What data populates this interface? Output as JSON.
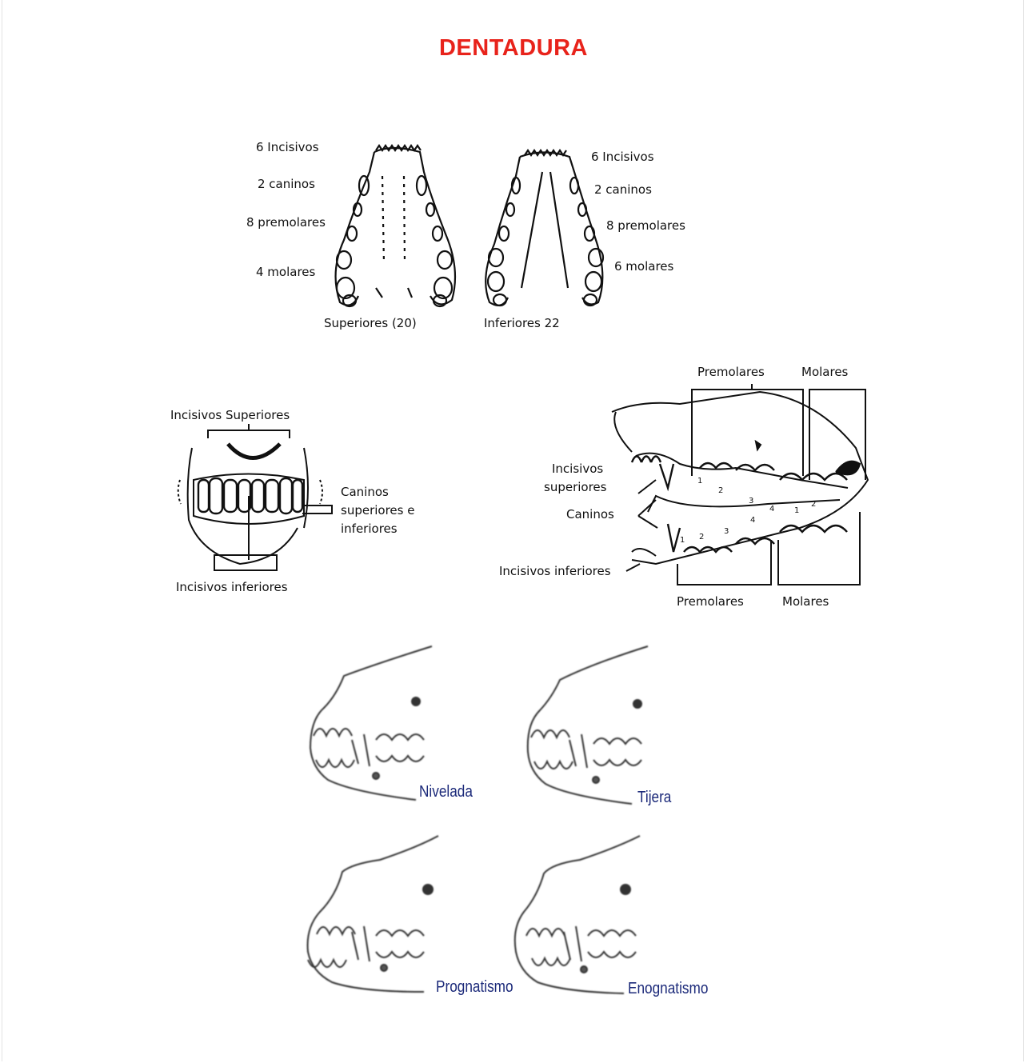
{
  "document": {
    "title": "DENTADURA",
    "title_color": "#e8231b"
  },
  "figure_upper_lower": {
    "upper_labels": [
      "6 Incisivos",
      "2 caninos",
      "8 premolares",
      "4 molares"
    ],
    "lower_labels": [
      "6 Incisivos",
      "2 caninos",
      "8 premolares",
      "6 molares"
    ],
    "upper_caption": "Superiores (20)",
    "lower_caption": "Inferiores 22"
  },
  "figure_front": {
    "top_label": "Incisivos Superiores",
    "side_label_lines": [
      "Caninos",
      "superiores e",
      "inferiores"
    ],
    "bottom_label": "Incisivos inferiores"
  },
  "figure_side": {
    "top_premolares": "Premolares",
    "top_molares": "Molares",
    "incisivos_superiores_lines": [
      "Incisivos",
      "superiores"
    ],
    "caninos": "Caninos",
    "incisivos_inferiores": "Incisivos inferiores",
    "bottom_premolares": "Premolares",
    "bottom_molares": "Molares",
    "tooth_numbers": [
      "1",
      "2",
      "3",
      "4",
      "1",
      "2",
      "3",
      "4",
      "1",
      "2"
    ]
  },
  "bite_types": {
    "label_color": "#1c2a7a",
    "items": [
      "Nivelada",
      "Tijera",
      "Prognatismo",
      "Enognatismo"
    ]
  }
}
